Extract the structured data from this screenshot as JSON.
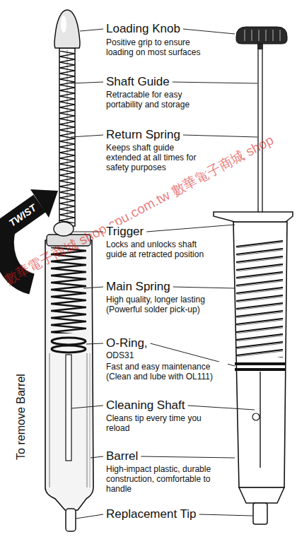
{
  "diagram": {
    "labels": [
      "Loading Knob",
      "Positive grip to ensure loading on most surfaces",
      "Shaft Guide",
      "Retractable for easy portability and storage",
      "Return Spring",
      "Keeps shaft guide extended at all times for safety purposes",
      "TWIST",
      "Trigger",
      "Locks and unlocks shaft guide at retracted position",
      "Main Spring",
      "High quality, longer lasting (Powerful solder pick-up)",
      "O-Ring,",
      "ODS31",
      "Fast and easy maintenance (Clean and lube with OL111)",
      "Cleaning Shaft",
      "Cleans tip every time you reload",
      "Barrel",
      "High-impact plastic, durable construction, comfortable to handle",
      "Replacement Tip",
      "To remove Barrel",
      "數華電子商城 shop.cpu.com.tw 數華電子商城 shop"
    ]
  }
}
